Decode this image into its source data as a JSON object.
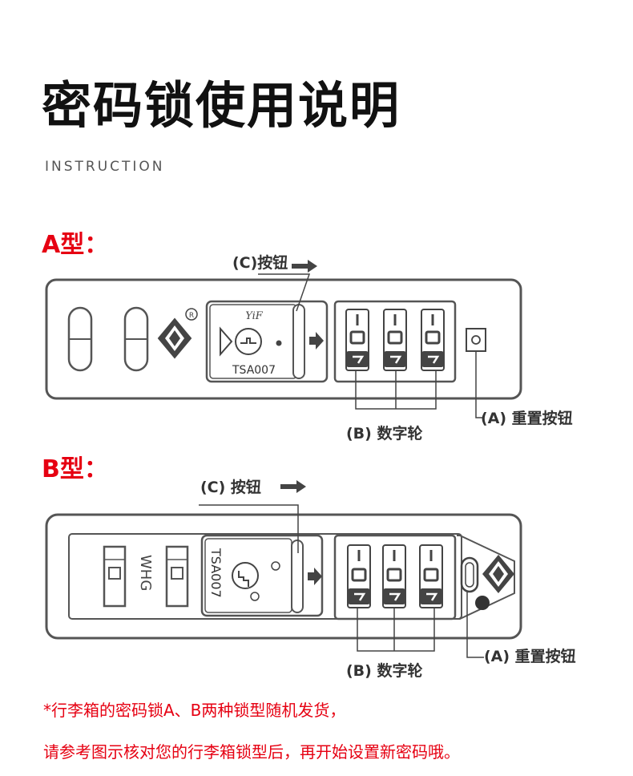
{
  "header": {
    "title": "密码锁使用说明",
    "subtitle": "INSTRUCTION"
  },
  "type_a": {
    "label": "A型：",
    "button_c": "(C)按钮",
    "reset_a": "(A) 重置按钮",
    "wheels_b": "(B) 数字轮",
    "brand": "YiF",
    "tsa": "TSA007"
  },
  "type_b": {
    "label": "B型：",
    "button_c": "(C) 按钮",
    "reset_a": "(A) 重置按钮",
    "wheels_b": "(B) 数字轮",
    "brand": "WHG",
    "tsa": "TSA007"
  },
  "notes": {
    "line1": "*行李箱的密码锁A、B两种锁型随机发货，",
    "line2": "请参考图示核对您的行李箱锁型后，再开始设置新密码哦。"
  },
  "colors": {
    "accent": "#e60012",
    "line": "#4a4a4a"
  }
}
